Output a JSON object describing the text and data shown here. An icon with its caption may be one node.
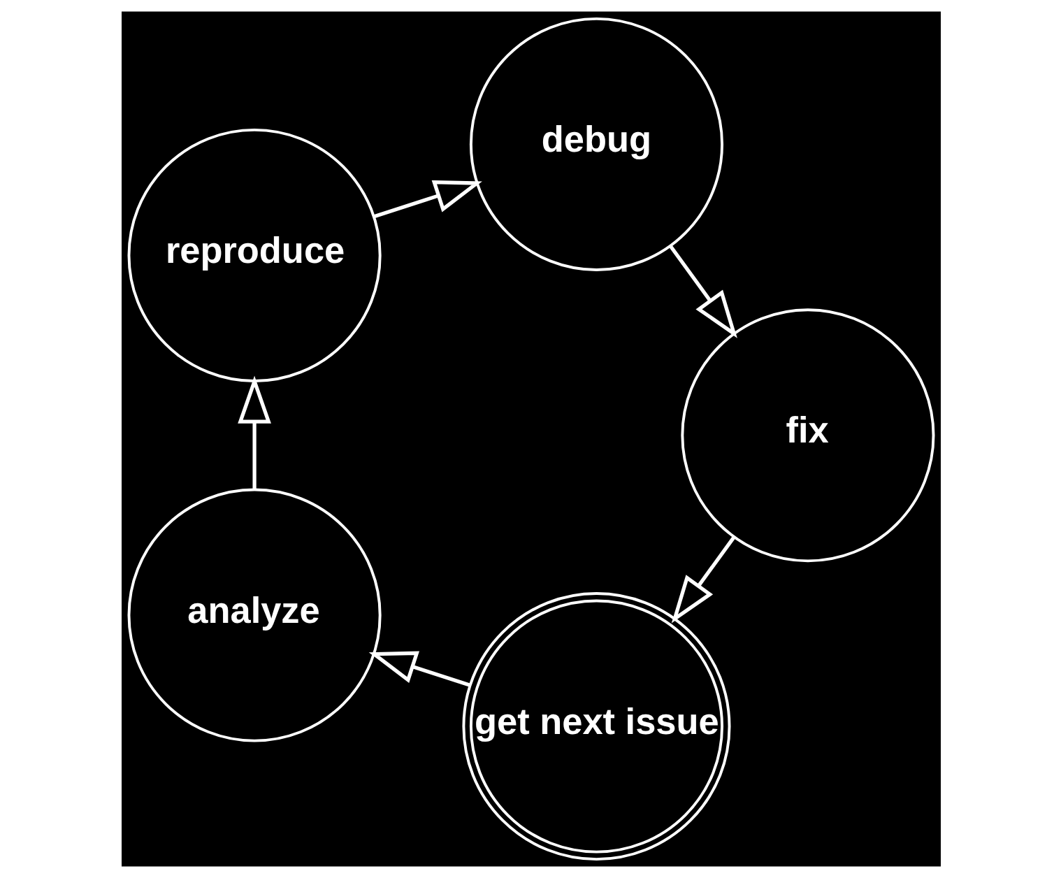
{
  "diagram": {
    "nodes": [
      {
        "text": [
          "get next issue"
        ]
      },
      {
        "text": [
          "analyze"
        ]
      },
      {
        "text": [
          "reproduce"
        ]
      },
      {
        "text": [
          "debug"
        ]
      },
      {
        "text": [
          "fix"
        ]
      }
    ],
    "edges": [
      {
        "from": 0,
        "to": 1,
        "arrow": "to"
      },
      {
        "from": 1,
        "to": 2,
        "arrow": "to"
      },
      {
        "from": 2,
        "to": 3,
        "arrow": "to"
      },
      {
        "from": 3,
        "to": 4,
        "arrow": "to"
      },
      {
        "from": 4,
        "to": 0,
        "arrow": "to"
      }
    ]
  }
}
